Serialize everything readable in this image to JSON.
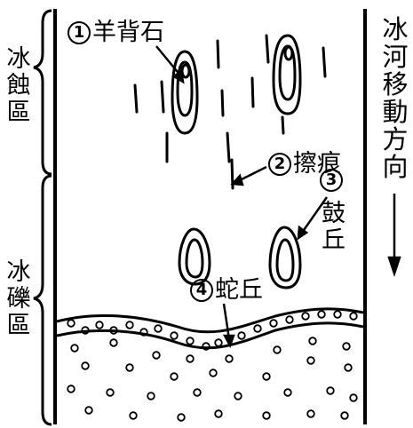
{
  "zones": {
    "erosion": [
      "冰",
      "蝕",
      "區"
    ],
    "deposition": [
      "冰",
      "礫",
      "區"
    ]
  },
  "flow_direction": [
    "冰",
    "河",
    "移",
    "動",
    "方",
    "向"
  ],
  "features": [
    {
      "number": "1",
      "name": "羊背石"
    },
    {
      "number": "2",
      "name": "擦痕"
    },
    {
      "number": "3",
      "name": "鼓"
    },
    {
      "number": "4",
      "name": "蛇丘"
    }
  ],
  "feature3_second_char": "丘"
}
